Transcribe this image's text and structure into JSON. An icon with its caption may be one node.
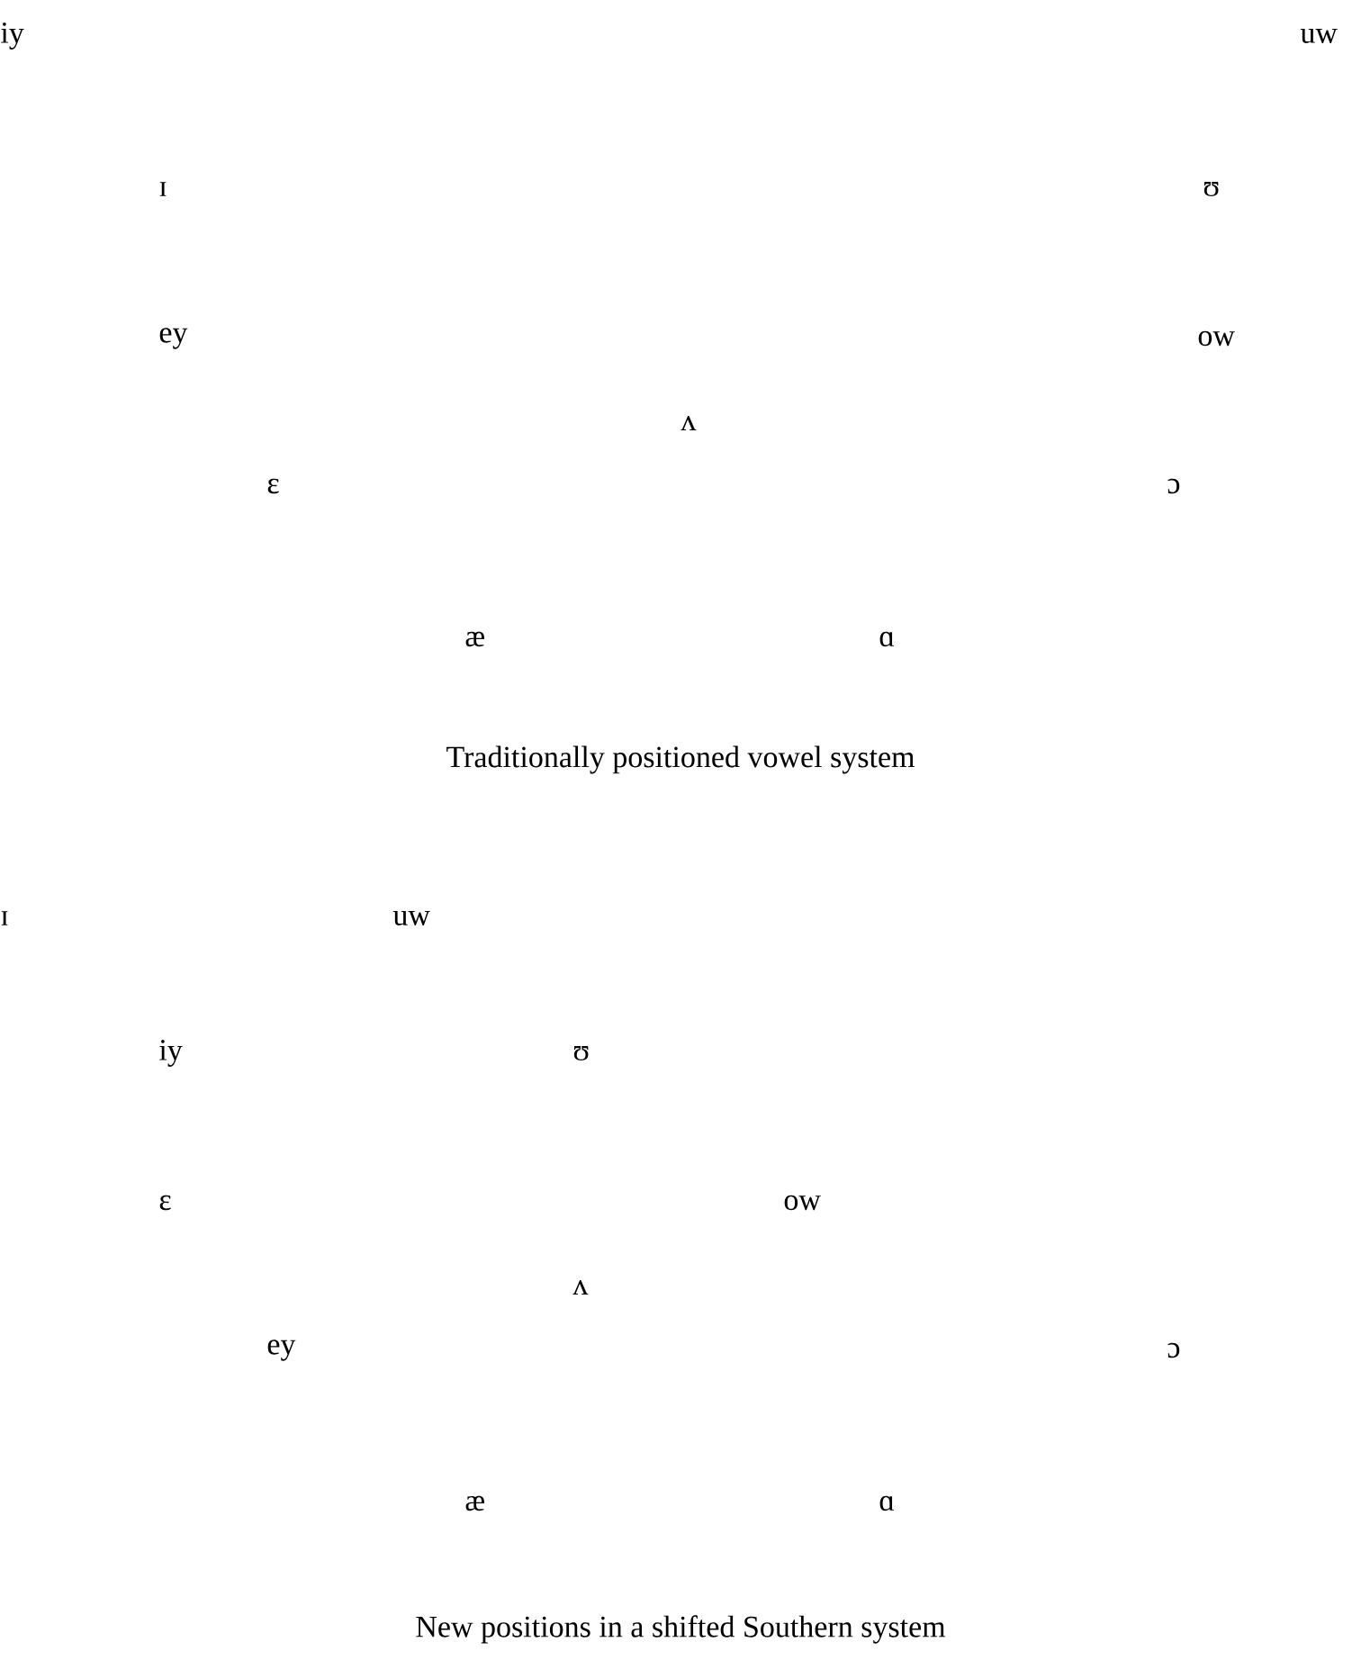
{
  "diagram": {
    "labels": [
      "iy",
      "uw",
      "ɪ",
      "ʊ",
      "ey",
      "ow",
      "ʌ",
      "ɛ",
      "ɔ",
      "æ",
      "ɑ",
      "Traditionally positioned vowel system",
      "ɪ",
      "uw",
      "iy",
      "ʊ",
      "ɛ",
      "ow",
      "ʌ",
      "ey",
      "ɔ",
      "æ",
      "ɑ",
      "New positions in a shifted Southern system"
    ]
  }
}
